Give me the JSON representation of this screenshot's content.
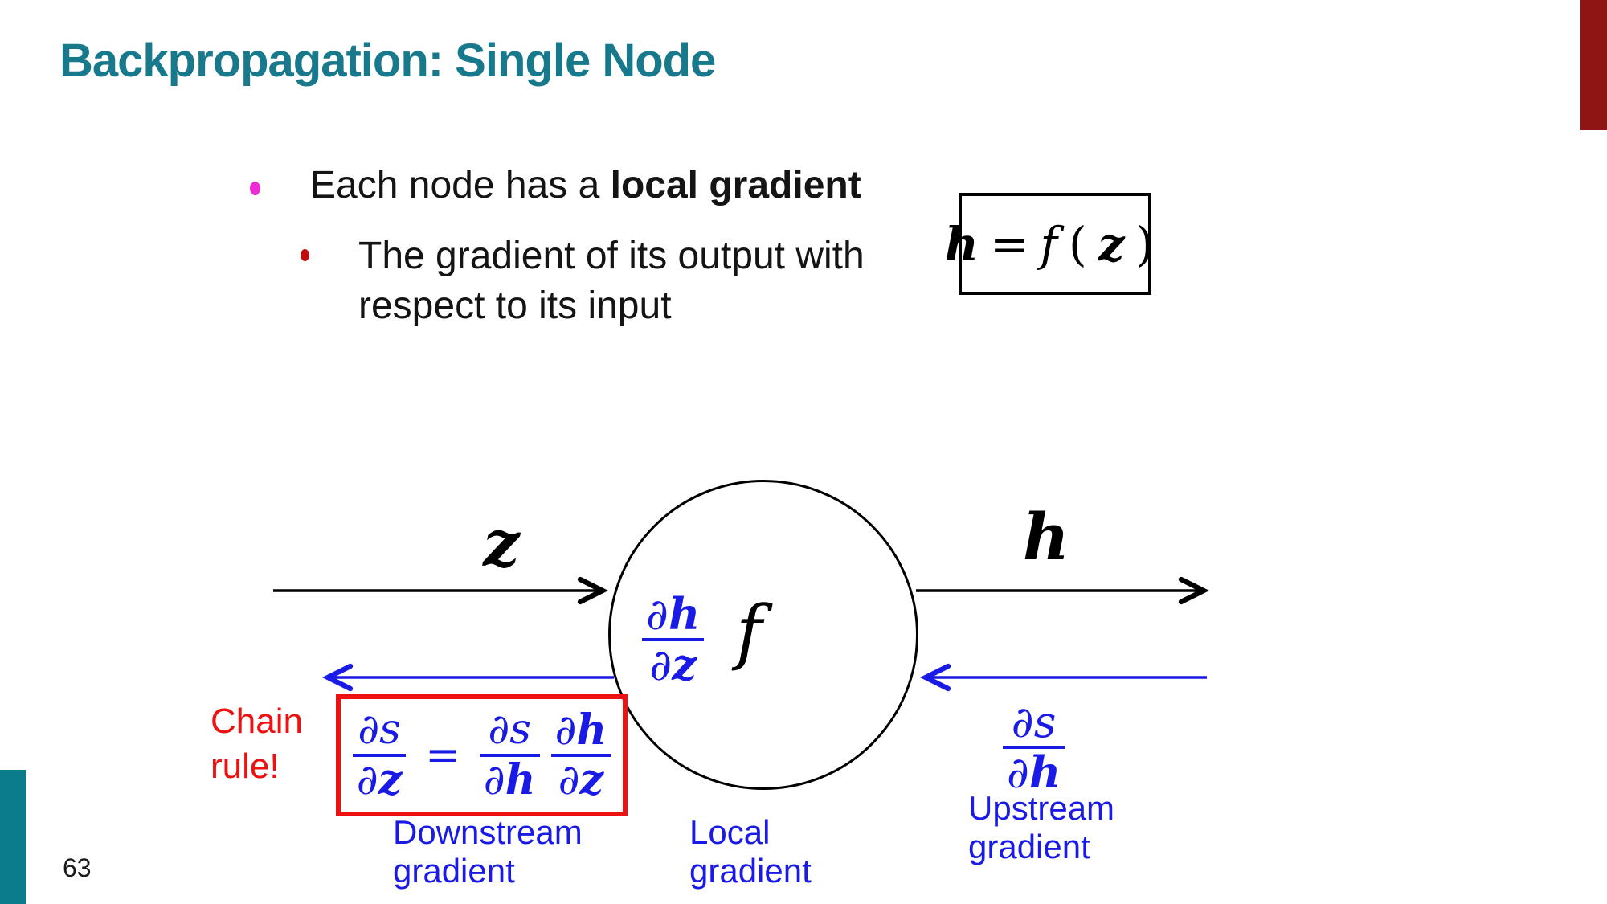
{
  "slide": {
    "title": "Backpropagation: Single Node",
    "page_number": "63"
  },
  "bullets": {
    "b1_text": "Each node has a ",
    "b1_bold": "local gradient",
    "b2_line1": "The gradient of its output with",
    "b2_line2": "respect to its input"
  },
  "node_formula": {
    "lhs": "h",
    "eq": "=",
    "fn": "f",
    "lparen": "(",
    "arg": "z",
    "rparen": ")"
  },
  "diagram": {
    "input_label": "z",
    "output_label": "h",
    "node_label": "f",
    "local_grad": {
      "num": [
        "∂",
        "h"
      ],
      "den": [
        "∂",
        "z"
      ]
    },
    "upstream_grad": {
      "num": [
        "∂",
        "s"
      ],
      "den": [
        "∂",
        "h"
      ]
    },
    "chain_note_line1": "Chain",
    "chain_note_line2": "rule!",
    "chain_formula": {
      "lhs": {
        "num": [
          "∂",
          "s"
        ],
        "den": [
          "∂",
          "z"
        ]
      },
      "eq": "=",
      "rhs1": {
        "num": [
          "∂",
          "s"
        ],
        "den": [
          "∂",
          "h"
        ]
      },
      "rhs2": {
        "num": [
          "∂",
          "h"
        ],
        "den": [
          "∂",
          "z"
        ]
      }
    },
    "captions": {
      "downstream_line1": "Downstream",
      "downstream_line2": "gradient",
      "local_line1": "Local",
      "local_line2": "gradient",
      "upstream_line1": "Upstream",
      "upstream_line2": "gradient"
    }
  },
  "colors": {
    "title_teal": "#17798b",
    "sidebar_teal": "#0a7c8b",
    "corner_maroon": "#8e1513",
    "bullet_magenta": "#ef2bd2",
    "bullet_red": "#c00d0d",
    "math_blue": "#1a1ae6",
    "highlight_red": "#ed1111"
  }
}
